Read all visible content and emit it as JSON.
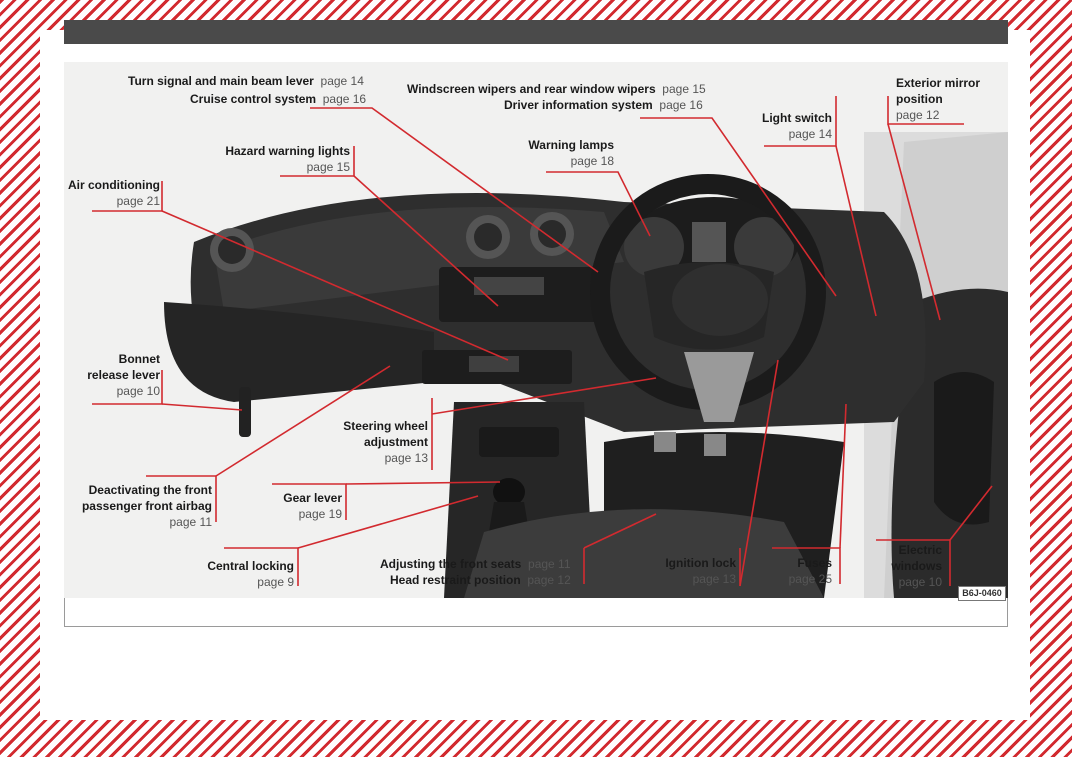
{
  "labels": {
    "turn_signal": "Turn signal and main beam lever",
    "turn_signal_page": "page 14",
    "cruise": "Cruise control system",
    "cruise_page": "page 16",
    "wipers": "Windscreen wipers and rear window wipers",
    "wipers_page": "page 15",
    "driver_info": "Driver information system",
    "driver_info_page": "page 16",
    "ext_mirror_1": "Exterior mirror",
    "ext_mirror_2": "position",
    "ext_mirror_page": "page 12",
    "light_switch": "Light switch",
    "light_switch_page": "page 14",
    "warning_lamps": "Warning lamps",
    "warning_lamps_page": "page 18",
    "hazard": "Hazard warning lights",
    "hazard_page": "page 15",
    "air_cond": "Air conditioning",
    "air_cond_page": "page 21",
    "bonnet_1": "Bonnet",
    "bonnet_2": "release lever",
    "bonnet_page": "page 10",
    "steering_1": "Steering wheel",
    "steering_2": "adjustment",
    "steering_page": "page 13",
    "deact_1": "Deactivating the front",
    "deact_2": "passenger front airbag",
    "deact_page": "page 11",
    "gear": "Gear lever",
    "gear_page": "page 19",
    "central": "Central locking",
    "central_page": "page 9",
    "adj_seats": "Adjusting the front seats",
    "adj_seats_page": "page 11",
    "head_rest": "Head restraint position",
    "head_rest_page": "page 12",
    "ignition": "Ignition lock",
    "ignition_page": "page 13",
    "fuses": "Fuses",
    "fuses_page": "page 25",
    "electric_1": "Electric",
    "electric_2": "windows",
    "electric_page": "page 10"
  },
  "figure_code": "B6J-0460",
  "colors": {
    "accent": "#d22a2f",
    "topbar": "#4a4a4a"
  }
}
